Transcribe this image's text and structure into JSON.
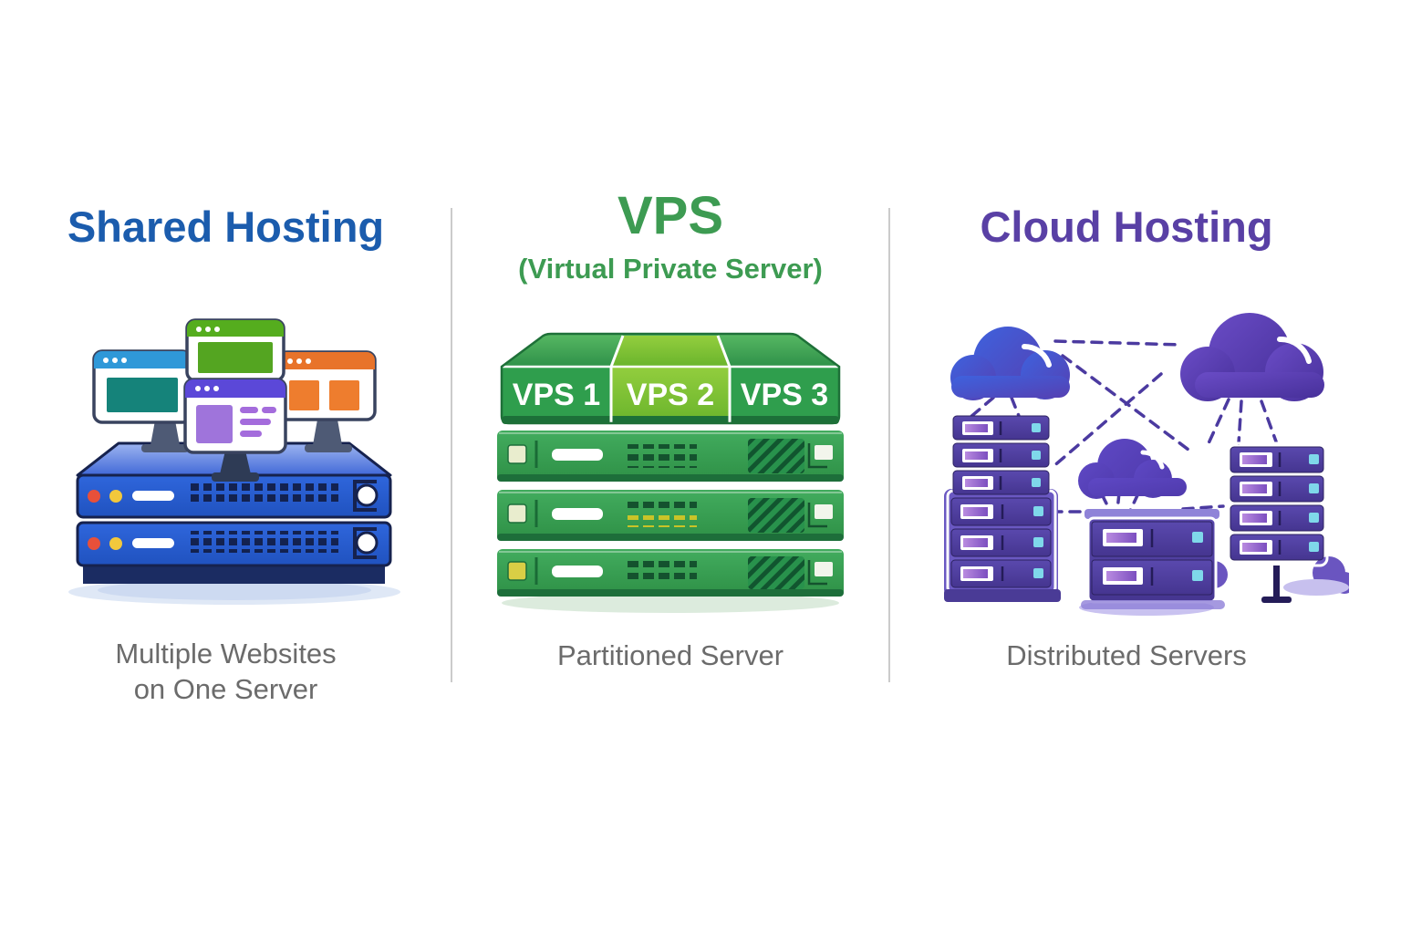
{
  "page": {
    "background_color": "#FFFFFF"
  },
  "colors": {
    "shared_accent": "#1B5CAD",
    "vps_accent": "#3D9B52",
    "cloud_accent": "#5940A5",
    "caption_text": "#6B6B6B",
    "divider": "#CBCBCB",
    "shared_server_blue": "#2B62D4",
    "vps_server_green": "#33A053",
    "vps_partition_highlight": "#76BC32",
    "cloud_rack_purple": "#4A3B96",
    "cloud_cyan_led": "#7FD8EA"
  },
  "columns": {
    "shared": {
      "title": "Shared Hosting",
      "caption_line1": "Multiple Websites",
      "caption_line2": "on One Server",
      "illustration_icon": "shared-server-with-monitors-icon"
    },
    "vps": {
      "title": "VPS",
      "subtitle": "(Virtual Private Server)",
      "caption": "Partitioned Server",
      "partitions": [
        "VPS 1",
        "VPS 2",
        "VPS 3"
      ],
      "illustration_icon": "partitioned-server-stack-icon"
    },
    "cloud": {
      "title": "Cloud Hosting",
      "caption": "Distributed Servers",
      "illustration_icon": "clouds-and-servers-network-icon"
    }
  }
}
